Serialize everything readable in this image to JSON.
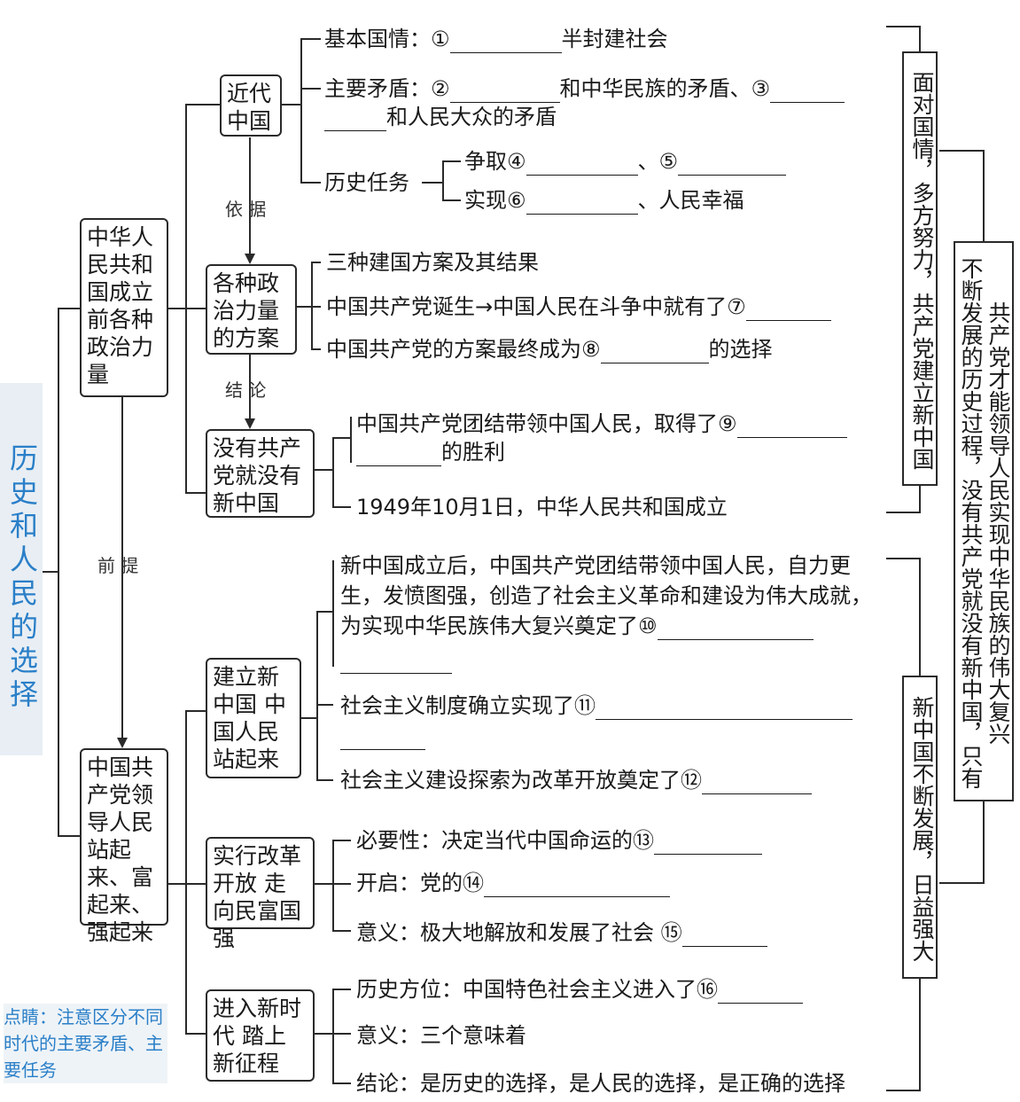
{
  "title": "历史和人民的选择",
  "note": "点睛：注意区分不同时代的主要矛盾、主要任务",
  "boxes": {
    "modern_china": "近代中国",
    "before_prc": "中华人民共和国成立前各种政治力量",
    "plans": "各种政治力量的方案",
    "no_cpc": "没有共产党就没有新中国",
    "stand_up": "建立新中国 中国人民站起来",
    "cpc_lead": "中国共产党领导人民站起来、富起来、强起来",
    "reform": "实行改革开放 走向民富国强",
    "new_era": "进入新时代 踏上新征程"
  },
  "arrows": {
    "basis": "依 据",
    "conclusion": "结 论",
    "premise": "前 提"
  },
  "items": {
    "basic_condition_a": "基本国情：①",
    "basic_condition_b": "半封建社会",
    "contradiction_a": "主要矛盾：②",
    "contradiction_b": "和中华民族的矛盾、③",
    "contradiction_c": "和人民大众的矛盾",
    "task": "历史任务",
    "task_1a": "争取④",
    "task_1b": "、⑤",
    "task_2a": "实现⑥",
    "task_2b": "、人民幸福",
    "plan_1": "三种建国方案及其结果",
    "plan_2": "中国共产党诞生→中国人民在斗争中就有了⑦",
    "plan_3a": "中国共产党的方案最终成为⑧",
    "plan_3b": "的选择",
    "victory_a": "中国共产党团结带领中国人民，取得了⑨",
    "victory_b": "的胜利",
    "founding": "1949年10月1日，中华人民共和国成立",
    "after_1": "新中国成立后，中国共产党团结带领中国人民，自力更",
    "after_2": "生，发愤图强，创造了社会主义革命和建设为伟大成就，",
    "after_3": "为实现中华民族伟大复兴奠定了⑩",
    "socialism": "社会主义制度确立实现了⑪",
    "explore": "社会主义建设探索为改革开放奠定了⑫",
    "necessity": "必要性：决定当代中国命运的⑬",
    "start": "开启：党的⑭",
    "significance_a": "意义：极大地解放和发展了社会 ⑮",
    "position": "历史方位：中国特色社会主义进入了⑯",
    "meaning": "意义：三个意味着",
    "conclusion_text": "结论：是历史的选择，是人民的选择，是正确的选择"
  },
  "right": {
    "face": "面对国情，多方努力，共产党建立新中国",
    "develop": "新中国不断发展，日益强大",
    "summary_1": "共产党才能领导人民实现中华民族的伟大复兴",
    "summary_2": "不断发展的历史过程，没有共产党就没有新中国，只有"
  }
}
